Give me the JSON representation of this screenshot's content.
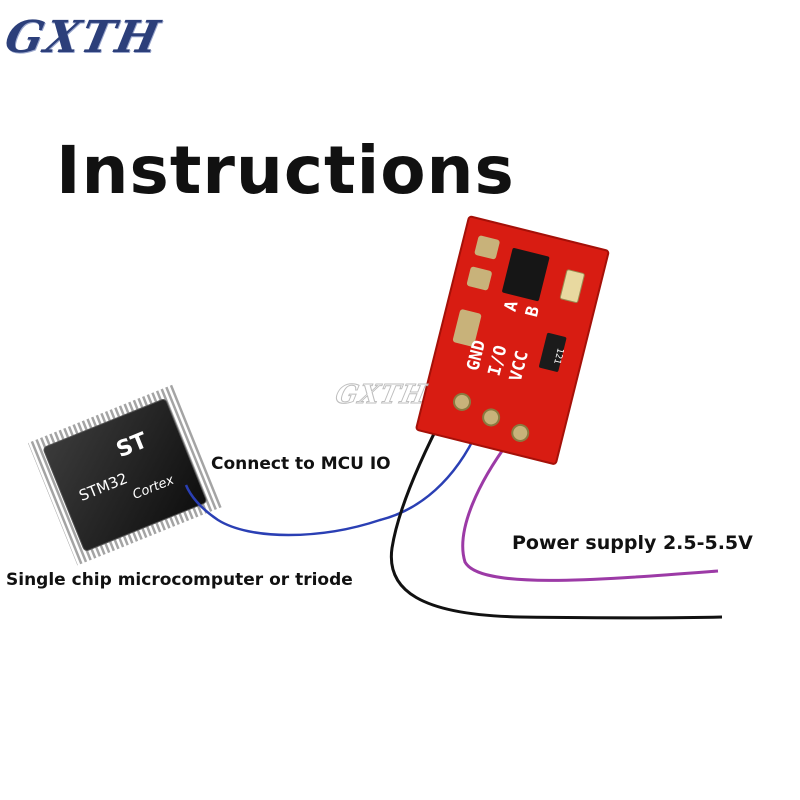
{
  "brand": {
    "logo_text": "GXTH",
    "watermark_text": "GXTH"
  },
  "title": "Instructions",
  "labels": {
    "mcu_io": "Connect to MCU IO",
    "power": "Power supply 2.5-5.5V",
    "chip": "Single chip microcomputer or triode"
  },
  "board": {
    "pins": [
      "GND",
      "I/O",
      "VCC"
    ],
    "jumpers": [
      "A",
      "B"
    ],
    "resistor_code": "121"
  },
  "mcu_chip": {
    "part": "STM32",
    "core": "Cortex"
  },
  "colors": {
    "board": "#d81c12",
    "wire_io": "#2a3fb4",
    "wire_power": "#9c3aa6",
    "wire_gnd": "#111111"
  }
}
